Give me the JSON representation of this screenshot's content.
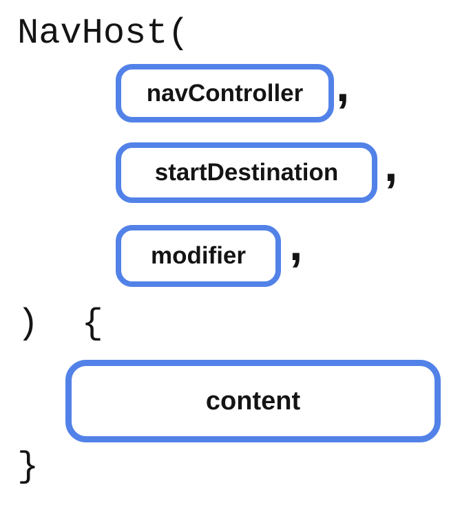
{
  "diagram": {
    "code_open": "NavHost(",
    "parameters": [
      {
        "label": "navController",
        "separator": ","
      },
      {
        "label": "startDestination",
        "separator": ","
      },
      {
        "label": "modifier",
        "separator": ","
      }
    ],
    "code_body_open": ")  {",
    "content_label": "content",
    "code_body_close": "}",
    "colors": {
      "pill_border": "#5282e8",
      "pill_fill": "#ffffff",
      "canvas_background": "#ffffff",
      "text": "#141414"
    }
  }
}
